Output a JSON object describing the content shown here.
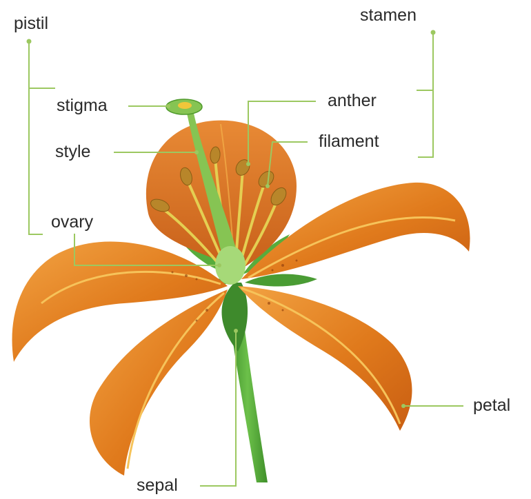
{
  "labels": {
    "pistil": "pistil",
    "stamen": "stamen",
    "stigma": "stigma",
    "style": "style",
    "ovary": "ovary",
    "anther": "anther",
    "filament": "filament",
    "petal": "petal",
    "sepal": "sepal"
  },
  "colors": {
    "leader_line": "#9cc860",
    "petal": "#e07a1c",
    "petal_dark": "#c85a10",
    "petal_light": "#f3b04a",
    "stem": "#5cae3a",
    "pistil": "#a8d46a",
    "filament": "#e8d45a",
    "anther": "#b8862a"
  }
}
